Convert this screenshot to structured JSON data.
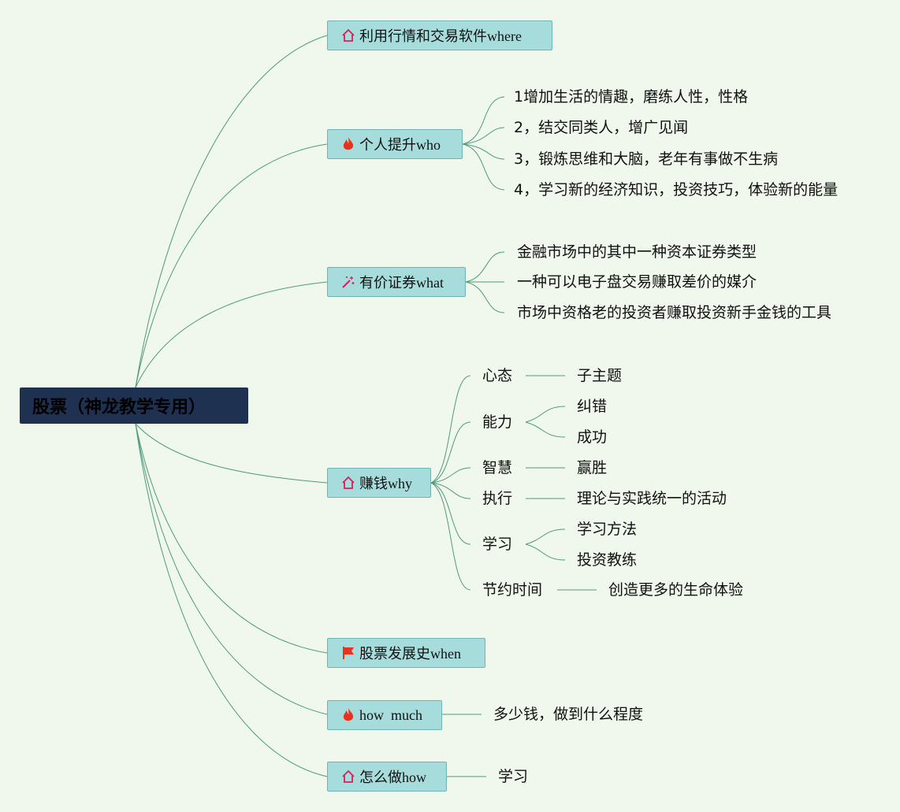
{
  "root": "股票（神龙教学专用）",
  "branches": [
    {
      "icon": "house-icon",
      "label": "利用行情和交易软件where"
    },
    {
      "icon": "fire-icon",
      "label": "个人提升who",
      "items": [
        "1增加生活的情趣，磨练人性，性格",
        "2，结交同类人，增广见闻",
        "3，锻炼思维和大脑，老年有事做不生病",
        "4，学习新的经济知识，投资技巧，体验新的能量"
      ]
    },
    {
      "icon": "magic-wand-icon",
      "label": "有价证券what",
      "items": [
        "金融市场中的其中一种资本证券类型",
        "一种可以电子盘交易赚取差价的媒介",
        "市场中资格老的投资者赚取投资新手金钱的工具"
      ]
    },
    {
      "icon": "house-icon",
      "label": "赚钱why",
      "children": [
        {
          "label": "心态",
          "items": [
            "子主题"
          ]
        },
        {
          "label": "能力",
          "items": [
            "纠错",
            "成功"
          ]
        },
        {
          "label": "智慧",
          "items": [
            "赢胜"
          ]
        },
        {
          "label": "执行",
          "items": [
            "理论与实践统一的活动"
          ]
        },
        {
          "label": "学习",
          "items": [
            "学习方法",
            "投资教练"
          ]
        },
        {
          "label": "节约时间",
          "items": [
            "创造更多的生命体验"
          ]
        }
      ]
    },
    {
      "icon": "flag-icon",
      "label": "股票发展史when"
    },
    {
      "icon": "fire-icon",
      "label": "how  much",
      "items": [
        "多少钱，做到什么程度"
      ]
    },
    {
      "icon": "house-icon",
      "label": "怎么做how",
      "items": [
        "学习"
      ]
    }
  ],
  "colors": {
    "background": "#f0f7ec",
    "root_fill": "#1e3151",
    "node_fill": "#a7dcdc",
    "line": "#4f9a7e",
    "icon_red": "#e8331c",
    "icon_pink": "#d81e5b"
  }
}
